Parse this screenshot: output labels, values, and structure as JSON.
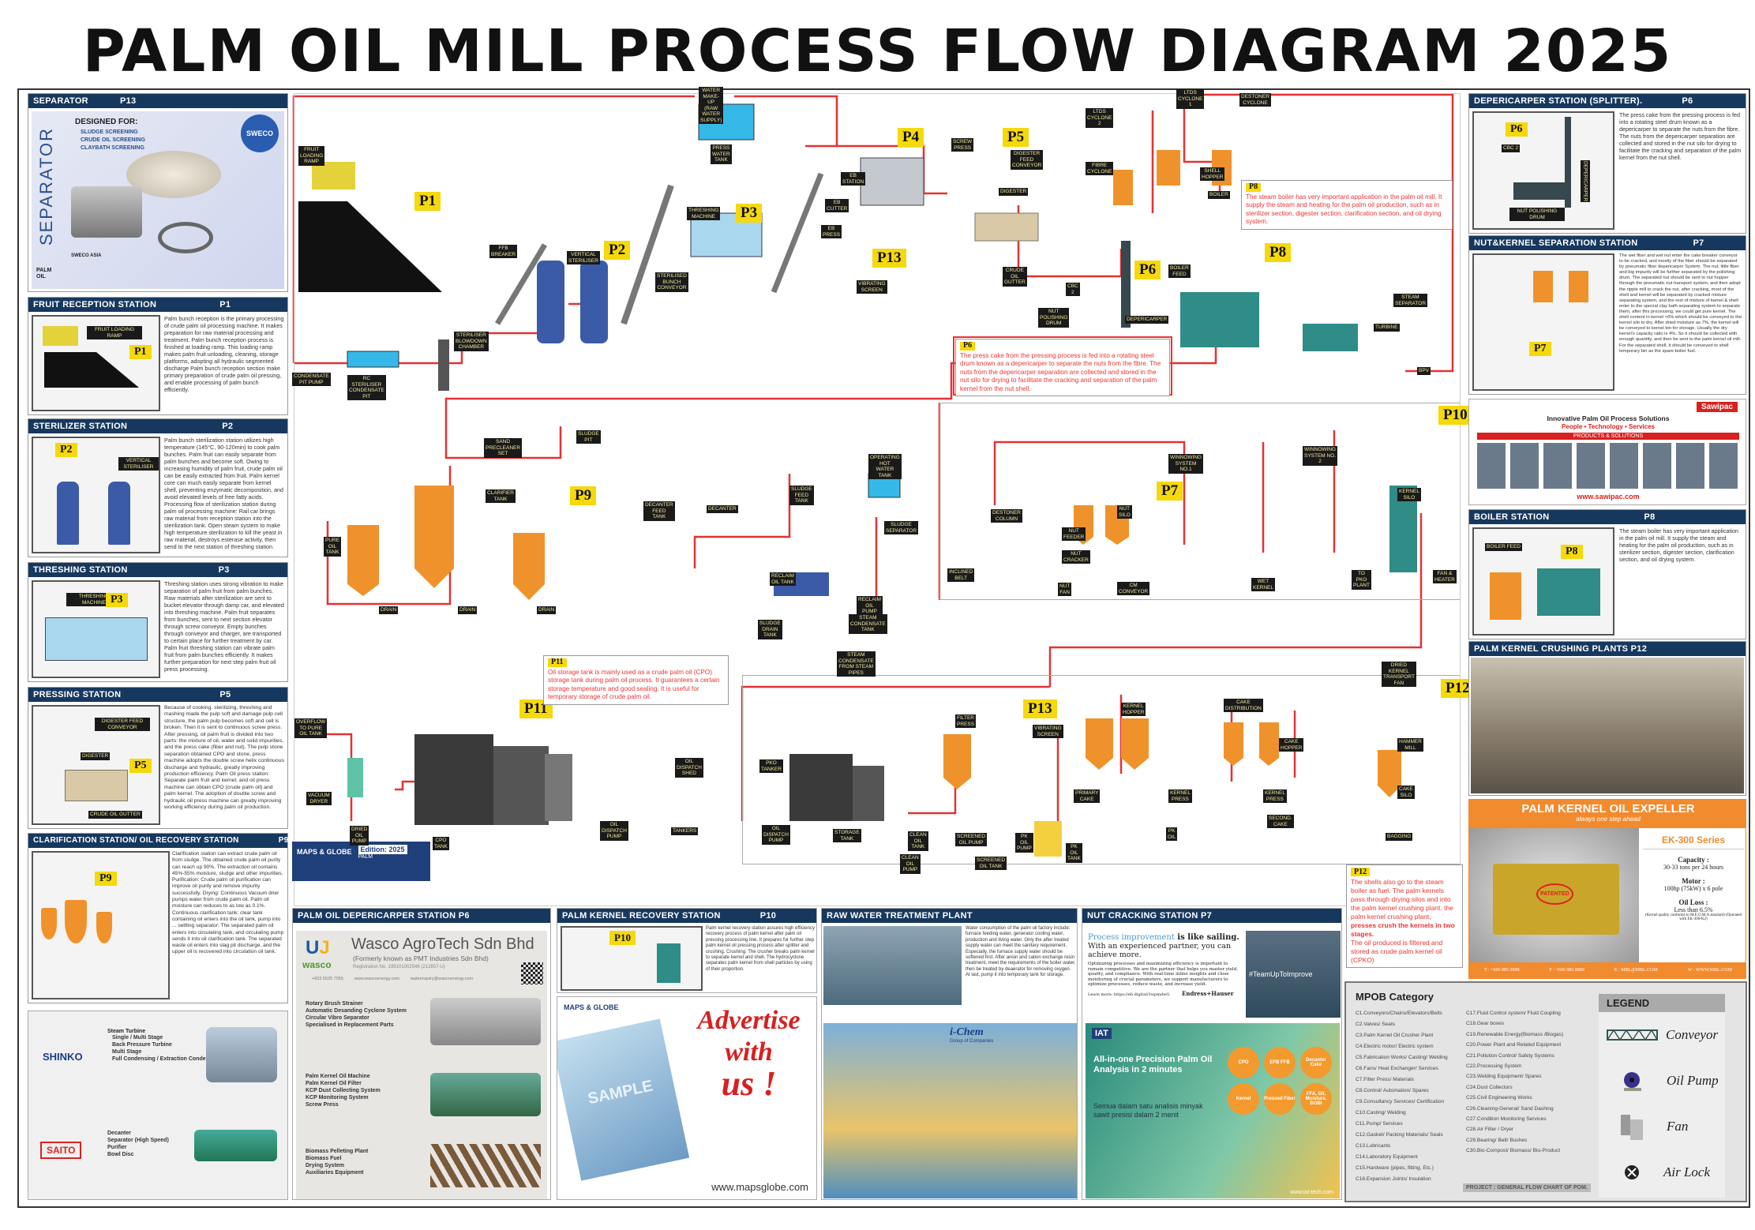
{
  "title": "PALM OIL MILL PROCESS FLOW DIAGRAM 2025",
  "left": {
    "separator": {
      "header": "SEPARATOR",
      "code": "P13",
      "designed_for": "DESIGNED FOR:",
      "uses": [
        "SLUDGE SCREENING",
        "CRUDE OIL SCREENING",
        "CLAYBATH SCREENING"
      ],
      "vertical_word": "SEPARATOR",
      "brand": "SWECO",
      "company": "SWECO ASIA",
      "logo_text": "PALM OIL"
    },
    "fruit": {
      "header": "FRUIT RECEPTION STATION",
      "code": "P1",
      "label": "FRUIT LOADING RAMP",
      "tag": "P1",
      "text": "Palm bunch reception is the primary processing of crude palm oil processing machine. It makes preparation for raw material processing and treatment. Palm bunch reception process is finished at loading ramp. This loading ramp makes palm fruit unloading, cleaning, storage platforms, adopting all hydraulic segmented discharge Palm bunch reception section make primary preparation of crude palm oil pressing, and enable processing of palm bunch efficiently."
    },
    "sterilizer": {
      "header": "STERILIZER STATION",
      "code": "P2",
      "label": "VERTICAL STERILISER",
      "tag": "P2",
      "text": "Palm bunch sterilization station utilizes high temperature (145°C, 90-120min) to cook palm bunches. Palm fruit can easily separate from palm bunches and become soft. Owing to increasing humidity of palm fruit, crude palm oil can be easily extracted from fruit. Palm kernel core can much easily separate from kernel shell, preventing enzymatic decomposition, and avoid elevated levels of free fatty acids. Processing flow of sterilization station during palm oil processing machine: Rail car brings raw material from reception station into the sterilization tank. Open steam system to make high temperature sterilization to kill the yeast in raw material, destroys esterase activity, then send to the next station of threshing station."
    },
    "threshing": {
      "header": "THRESHING STATION",
      "code": "P3",
      "label": "THRESHING MACHINE",
      "tag": "P3",
      "text": "Threshing station uses strong vibration to make separation of palm fruit from palm bunches. Raw materials after sterilization are sent to bucket elevator through damp car, and elevated into threshing machine. Palm fruit separates from bunches, sent to next section elevator through screw conveyor. Empty bunches through conveyor and charger, are transported to certain place for further treatment by car. Palm fruit threshing station can vibrate palm fruit from palm bunches efficiently. It makes further preparation for next step palm fruit oil press processing."
    },
    "pressing": {
      "header": "PRESSING STATION",
      "code": "P5",
      "label1": "DIGESTER FEED CONVEYOR",
      "label2": "DIGESTER",
      "label3": "CRUDE OIL GUTTER",
      "tag": "P5",
      "text": "Because of cooking, sterilizing, threshing and mashing made the pulp soft and damage pulp cell structure, the palm pulp becomes soft and cell is broken. Then it is sent to continuous screw press. After pressing, oil palm fruit is divided into two parts: the mixture of oil, water and solid impurities, and the press cake (fiber and nut). The pulp stone separation obtained CPO and stone, press machine adopts the double screw helix continuous discharge and hydraulic, greatly improving production efficiency. Palm Oil press station: Separate palm fruit and kernel, and oil press machine can obtain CPO (crude palm oil) and palm kernel. The adoption of double screw and hydraulic oil press machine can greatly improving working efficiency during palm oil production."
    },
    "clarification": {
      "header": "CLARIFICATION STATION/ OIL RECOVERY STATION",
      "code": "P9",
      "tag": "P9",
      "text": "Clarification station can extract crude palm oil from sludge. The obtained crude palm oil purity can reach up 90%. The extraction oil contains 45%-55% moisture, sludge and other impurities. Purification: Crude palm oil purification can improve oil purity and remove impurity successfully. Drying: Continuous Vacuum drier pumps water from crude palm oil. Palm oil moisture can reduces to as low as 0.1%. Continuous clarification tank: clear tank containing oil enters into the oil tank, pump into ... settling separator: The separated palm oil enters into circulating tank, and circulating pump sends it into oil clarification tank. The separated waste oil enters into slag pit discharge, and the upper oil is recovered into circulation oil tank."
    },
    "shinko": {
      "brand": "SHINKO",
      "heading": "Steam Turbine",
      "items": [
        "Single / Multi Stage",
        "Back Pressure Turbine",
        "Multi Stage",
        "Full Condensing / Extraction Condensing"
      ]
    },
    "saito": {
      "brand": "SAITO",
      "items": [
        "Decanter",
        "Separator (High Speed)",
        "Purifier",
        "Bowl Disc"
      ]
    }
  },
  "right": {
    "depericarper": {
      "header": "DEPERICARPER STATION (SPLITTER).",
      "code": "P6",
      "tag": "P6",
      "label1": "CBC 2",
      "label2": "DEPERICARPER",
      "label3": "NUT POLISHING DRUM",
      "text": "The press cake from the pressing process is fed into a rotating steel drum known as a depericarper to separate the nuts from the fibre. The nuts from the depericarper separation are collected and stored in the nut silo for drying to facilitate the cracking and separation of the palm kernel from the nut shell."
    },
    "nutkernel": {
      "header": "NUT&KERNEL SEPARATION STATION",
      "code": "P7",
      "tag": "P7",
      "text": "The wet fiber and wet nut enter the cake breaker conveyor to be cracked, and mostly of the fiber should be separated by pneumatic fiber depericarper System. The nut, little fiber and big impurity will be further separated by the polishing drum. The separated nut should be sent to nut hopper through the pneumatic nut transport system, and then adopt the ripple mill to crack the nut, after cracking, most of the shell and kernel will be separated by cracked mixture separating system, and the rest of mixture of kernel & shell enter to the special clay bath separating system to separate them, after this processing, we could get pure kernel. The shell content in kernel <6% which should be conveyed to the kernel silo to dry. After dried moisture as 7%, the kernel will be conveyed to kernel bin for storage. Usually the dry kernel's capacity ratio is 4%. So it should be collected with enough quantity, and then be sent to the palm kernel oil mill. For the separated shell, it should be conveyed to shell temporary bin as the spare boiler fuel."
    },
    "sawipac": {
      "brand": "Sawipac",
      "tagline": "Innovative Palm Oil Process Solutions",
      "sub": "People • Technology • Services",
      "bar": "PRODUCTS & SOLUTIONS",
      "url": "www.sawipac.com"
    },
    "boiler": {
      "header": "BOILER STATION",
      "code": "P8",
      "tag": "P8",
      "label": "BOILER FEED",
      "text": "The steam boiler has very important application in the palm oil mill. It supply the steam and heating for the palm oil production, such as in sterilizer section, digester section, clarification section, and oil drying system."
    },
    "crushing": {
      "header": "PALM KERNEL CRUSHING PLANTS P12"
    },
    "expeller": {
      "title": "PALM KERNEL OIL EXPELLER",
      "slogan": "always one step ahead",
      "series": "EK-300 Series",
      "specs": [
        {
          "k": "Capacity :",
          "v": "30-33 tons per 24 hours"
        },
        {
          "k": "Motor :",
          "v": "100hp (75kW) x 6 pole"
        },
        {
          "k": "Oil Loss :",
          "v": "Less than 6.5%"
        }
      ],
      "fine": "(Kernel quality conforms to M.E.O.M.A standard) (Operated with EK-300-K2)",
      "stamp": "PATENTED",
      "contacts": [
        "T : +606 985 9998",
        "F : +606 985 8889",
        "E : MBL@MBL.COM",
        "W : WWW.MBL.COM"
      ]
    },
    "mpob": {
      "title": "MPOB Category",
      "col1": [
        "C1.Conveyors/Chains/Elevators/Belts",
        "C2.Valves/ Seats",
        "C3.Palm Kernel Oil Crusher Plant",
        "C4.Electric motor/ Electric system",
        "C5.Fabrication Works/ Casting/ Welding",
        "C6.Fans/ Heat Exchanger/ Services",
        "C7.Filter Press/ Materials",
        "C8.Control/ Automation/ Spares",
        "C9.Consultancy Services/ Certification",
        "C10.Casting/ Welding",
        "C11.Pump/ Services",
        "C12.Gasket/ Packing Materials/ Seals",
        "C13.Lubricants",
        "C14.Laboratory Equipment",
        "C15.Hardware (pipes, fitting, Etc.)",
        "C16.Expansion Joints/ Insulation"
      ],
      "col2": [
        "C17.Fluid Control system/ Fluid Coupling",
        "C18.Gear boxes",
        "C19.Renewable Energy(Biomass /Biogas)",
        "C20.Power Plant and Related Equipment",
        "C21.Pollution Control/ Safety Systems",
        "C22.Processing System",
        "C23.Welding Equipment/ Spares",
        "C24.Dust Collectors",
        "C25.Civil Engineering Works",
        "C26.Cleaning-General/ Sand Dashing",
        "C27.Condition Monitoring Services",
        "C28.Air Filter / Dryer",
        "C29.Bearing/ Belt/ Bushes",
        "C30.Bio-Compost/ Biomass/ Bio-Product"
      ],
      "project": "PROJECT : GENERAL FLOW CHART OF POM."
    },
    "legend": {
      "title": "LEGEND",
      "items": [
        {
          "name": "Conveyor",
          "icon": "conveyor-truss"
        },
        {
          "name": "Oil Pump",
          "icon": "pump"
        },
        {
          "name": "Fan",
          "icon": "fan"
        },
        {
          "name": "Air Lock",
          "icon": "airlock-x"
        }
      ]
    }
  },
  "bottom": {
    "wasco": {
      "header": "PALM OIL DEPERICARPER STATION  P6",
      "name": "Wasco AgroTech Sdn Bhd",
      "formerly": "(Formerly known as PMT Industries Sdn Bhd)",
      "reg": "Registration No. 199101002546 (212857-U)",
      "logo": "wasco",
      "phone": "+603 5525 7555",
      "web": "www.wascoenergy.com",
      "email": "wateenquiry@wascoenergy.com",
      "groups": [
        [
          "Rotary Brush Strainer",
          "Automatic Desanding Cyclone System",
          "Circular Vibro Separator",
          "Specialised in Replacement Parts"
        ],
        [
          "Palm Kernel Oil Machine",
          "Palm Kernel Oil Filter",
          "KCP Dust Collecting System",
          "KCP Monitoring System",
          "Screw Press"
        ],
        [
          "Biomass Pelleting Plant",
          "Biomass Fuel",
          "Drying System",
          "Auxiliaries Equipment"
        ]
      ]
    },
    "recovery": {
      "header": "PALM KERNEL RECOVERY STATION",
      "code": "P10",
      "tag": "P10",
      "text": "Palm kernel recovery station assures high efficiency recovery process of palm kernel after palm oil pressing processing line. It prepares for further step palm kernel oil pressing process after splitter and crushing. Crushing: The crusher breaks palm kernel to separate kernel and shell. The hydrocyclone separates palm kernel from shell particles by using of their proportion."
    },
    "advert": {
      "line1": "Advertise",
      "line2": "with",
      "line3": "us !",
      "brand": "MAPS & GLOBE",
      "url": "www.mapsglobe.com",
      "sample": "SAMPLE"
    },
    "rawwater": {
      "header": "RAW WATER TREATMENT PLANT",
      "text": "Water consumption of the palm oil factory include: furnace feeding water, generator cooling water, production and living water. Only the after treated supply water can meet the sanitary requirement. Especially, the furnace supply water should be softened first. After anion and cation exchange resin treatment, meet the requirements of the boiler water, then be treated by deaerator for removing oxygen. At last, pump it into temporary tank for storage.",
      "ichem": "i-Chem",
      "ichem_sub": "Group of Companies"
    },
    "nutcracking": {
      "header": "NUT CRACKING STATION  P7",
      "headline_a": "Process improvement",
      "headline_b": " is like sailing.",
      "headline_c": "With an experienced partner, you can achieve more.",
      "body": "Optimizing processes and maximizing efficiency is important to remain competitive. We are the partner that helps you master yield, quality, and compliance. With real-time inline insights and close monitoring of crucial parameters, we support manufacturers to optimize processes, reduce waste, and increase yield.",
      "learn": "Learn more:",
      "link": "https://eh.digital/3wpmdwG",
      "brand": "Endress+Hauser",
      "hashtag": "#TeamUpToImprove"
    },
    "iat": {
      "logo": "IAT",
      "h1": "All-in-one Precision Palm Oil Analysis in 2 minutes",
      "h2": "Semua dalam satu analisis minyak sawit presisi dalam 2 menit",
      "url": "www.iat-tech.com",
      "chips": [
        "CPO",
        "EFB FFB",
        "Decanter Cake",
        "Kernel",
        "Pressed Fiber",
        "FFA, Oil, Moisture, DOBI"
      ]
    },
    "edition": {
      "brand": "MAPS & GLOBE",
      "edition": "Edition: 2025",
      "sub": "PALM"
    }
  },
  "diagram": {
    "tags": [
      "P1",
      "P2",
      "P3",
      "P4",
      "P5",
      "P13",
      "P6",
      "P8",
      "P9",
      "P7",
      "P10",
      "P11",
      "P13",
      "P12"
    ],
    "labels": [
      "WATER MAKE-UP (RAW WATER SUPPLY)",
      "PRESS WATER TANK",
      "FRUIT LOADING RAMP",
      "FFB BREAKER",
      "VERTICAL STERILISER",
      "STERILISER BLOWDOWN CHAMBER",
      "RC STERILISER CONDENSATE PIT",
      "CONDENSATE PIT PUMP",
      "THRESHING MACHINE",
      "EB STATION",
      "EB CUTTER",
      "EB PRESS",
      "SCREW PRESS",
      "DIGESTER FEED CONVEYOR",
      "DIGESTER",
      "CRUDE OIL GUTTER",
      "VIBRATING SCREEN",
      "LTDS CYCLONE 2",
      "LTDS CYCLONE 1",
      "DESTONER CYCLONE",
      "FIBRE CYCLONE",
      "SHELL HOPPER",
      "BOILER",
      "BOILER FEED",
      "CBC 2",
      "NUT POLISHING DRUM",
      "DEPERICARPER",
      "STEAM SEPARATOR",
      "TURBINE",
      "BPV",
      "SLUDGE PIT",
      "SAND PRECLEANER SET",
      "CLARIFIER TANK",
      "DECANTER",
      "DECANTER FEED TANK",
      "SLUDGE FEED TANK",
      "OPERATING HOT WATER TANK",
      "SLUDGE SEPARATOR",
      "PURE OIL TANK",
      "DRAIN",
      "DRAIN",
      "DRAIN",
      "RECLAIM OIL TANK",
      "RECLAIM OIL PUMP",
      "STEAM CONDENSATE TANK",
      "SLUDGE DRAIN TANK",
      "STEAM CONDENSATE FROM STEAM PIPES",
      "DESTONER COLUMN",
      "NUT FEEDER",
      "NUT CRACKER",
      "NUT SILO",
      "NUT FAN",
      "CM CONVEYOR",
      "WINNOWING SYSTEM NO.1",
      "WINNOWING SYSTEM NO. 2",
      "WET KERNEL",
      "KERNEL SILO",
      "TO PKO PLANT",
      "FAN & HEATER",
      "INCLINED BELT",
      "OVERFLOW TO PURE OIL TANK",
      "VACUUM DRYER",
      "DRIED OIL PUMP",
      "CPO TANK",
      "OIL DISPATCH SHED",
      "OIL DISPATCH PUMP",
      "TANKERS",
      "PKO TANKER",
      "OIL DISPATCH PUMP",
      "STORAGE TANK",
      "CLEAN OIL TANK",
      "CLEAN OIL PUMP",
      "FILTER PRESS",
      "SCREENED OIL PUMP",
      "SCREENED OIL TANK",
      "VIBRATING SCREEN",
      "PK OIL PUMP",
      "PK OIL TANK",
      "KERNEL HOPPER",
      "CAKE DISTRIBUTION",
      "CAKE HOPPER",
      "PRIMARY CAKE",
      "KERNEL PRESS",
      "KERNEL PRESS",
      "SECOND. CAKE",
      "PK OIL",
      "HAMMER MILL",
      "CAKE SILO",
      "BAGGING",
      "DRIED KERNEL TRANSPORT FAN",
      "STERILISED BUNCH CONVEYOR"
    ],
    "notes": {
      "p8": {
        "tag": "P8",
        "text": "The steam boiler has very important application in the palm oil mill. It supply the steam and heating for the palm oil production, such as in sterilizer section, digester section, clarification section, and oil drying system."
      },
      "p6": {
        "tag": "P6",
        "text": "The press cake from the pressing process is fed into a rotating steel drum known as a depericarper to separate the nuts from the fibre. The nuts from the depericarper separation are collected and stored in the nut silo for drying to facilitate the cracking and separation of the palm kernel from the nut shell."
      },
      "p11": {
        "tag": "P11",
        "text": "Oil storage tank is mainly used as a crude palm oil (CPO) storage tank during palm oil process. It guarantees a certain storage temperature and good sealing. It is useful for temporary storage of crude palm oil."
      },
      "p12": {
        "tag": "P12",
        "text": "The shells also go to the steam boiler as fuel. The palm kernels pass through drying silos and into the palm kernel crushing plant. the palm kernel crushing plant,",
        "bold": "presses crush the kernels in two stages.",
        "text2": "The oil produced is filtered and stored as crude palm kernel oil (CPKO)"
      }
    }
  },
  "colors": {
    "header": "#17385e",
    "flow_line": "#e33333",
    "tag": "#f5d90a",
    "tank_orange": "#f0922b",
    "expeller_orange": "#f28a2e"
  }
}
